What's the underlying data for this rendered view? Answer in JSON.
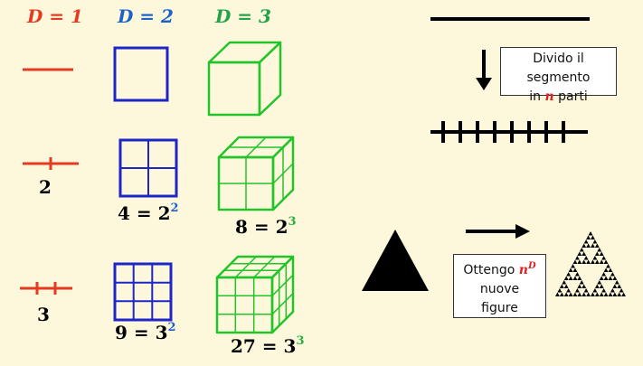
{
  "headers": {
    "d1": "D = 1",
    "d2": "D = 2",
    "d3": "D = 3"
  },
  "labels": {
    "line_2": "2",
    "line_3": "3",
    "square_2_base": "4 = 2",
    "square_2_exp": "2",
    "square_3_base": "9 = 3",
    "square_3_exp": "2",
    "cube_2_base": "8 = 2",
    "cube_2_exp": "3",
    "cube_3_base": "27 = 3",
    "cube_3_exp": "3"
  },
  "box_divide": {
    "line1": "Divido il segmento",
    "line2_pre": "in",
    "n": "n",
    "line2_post": "parti"
  },
  "box_obtain": {
    "line1_pre": "Ottengo",
    "n": "n",
    "exp": "D",
    "line2": "nuove",
    "line3": "figure"
  },
  "colors": {
    "red": "#e53a1f",
    "blue": "#1d26c9",
    "green": "#22c42a",
    "header_blue": "#1a63c9",
    "header_green": "#22a34a",
    "background": "#fdf8dc"
  },
  "icons": [
    "down-arrow-icon",
    "right-arrow-icon",
    "black-triangle-icon",
    "sierpinski-triangle-icon"
  ]
}
